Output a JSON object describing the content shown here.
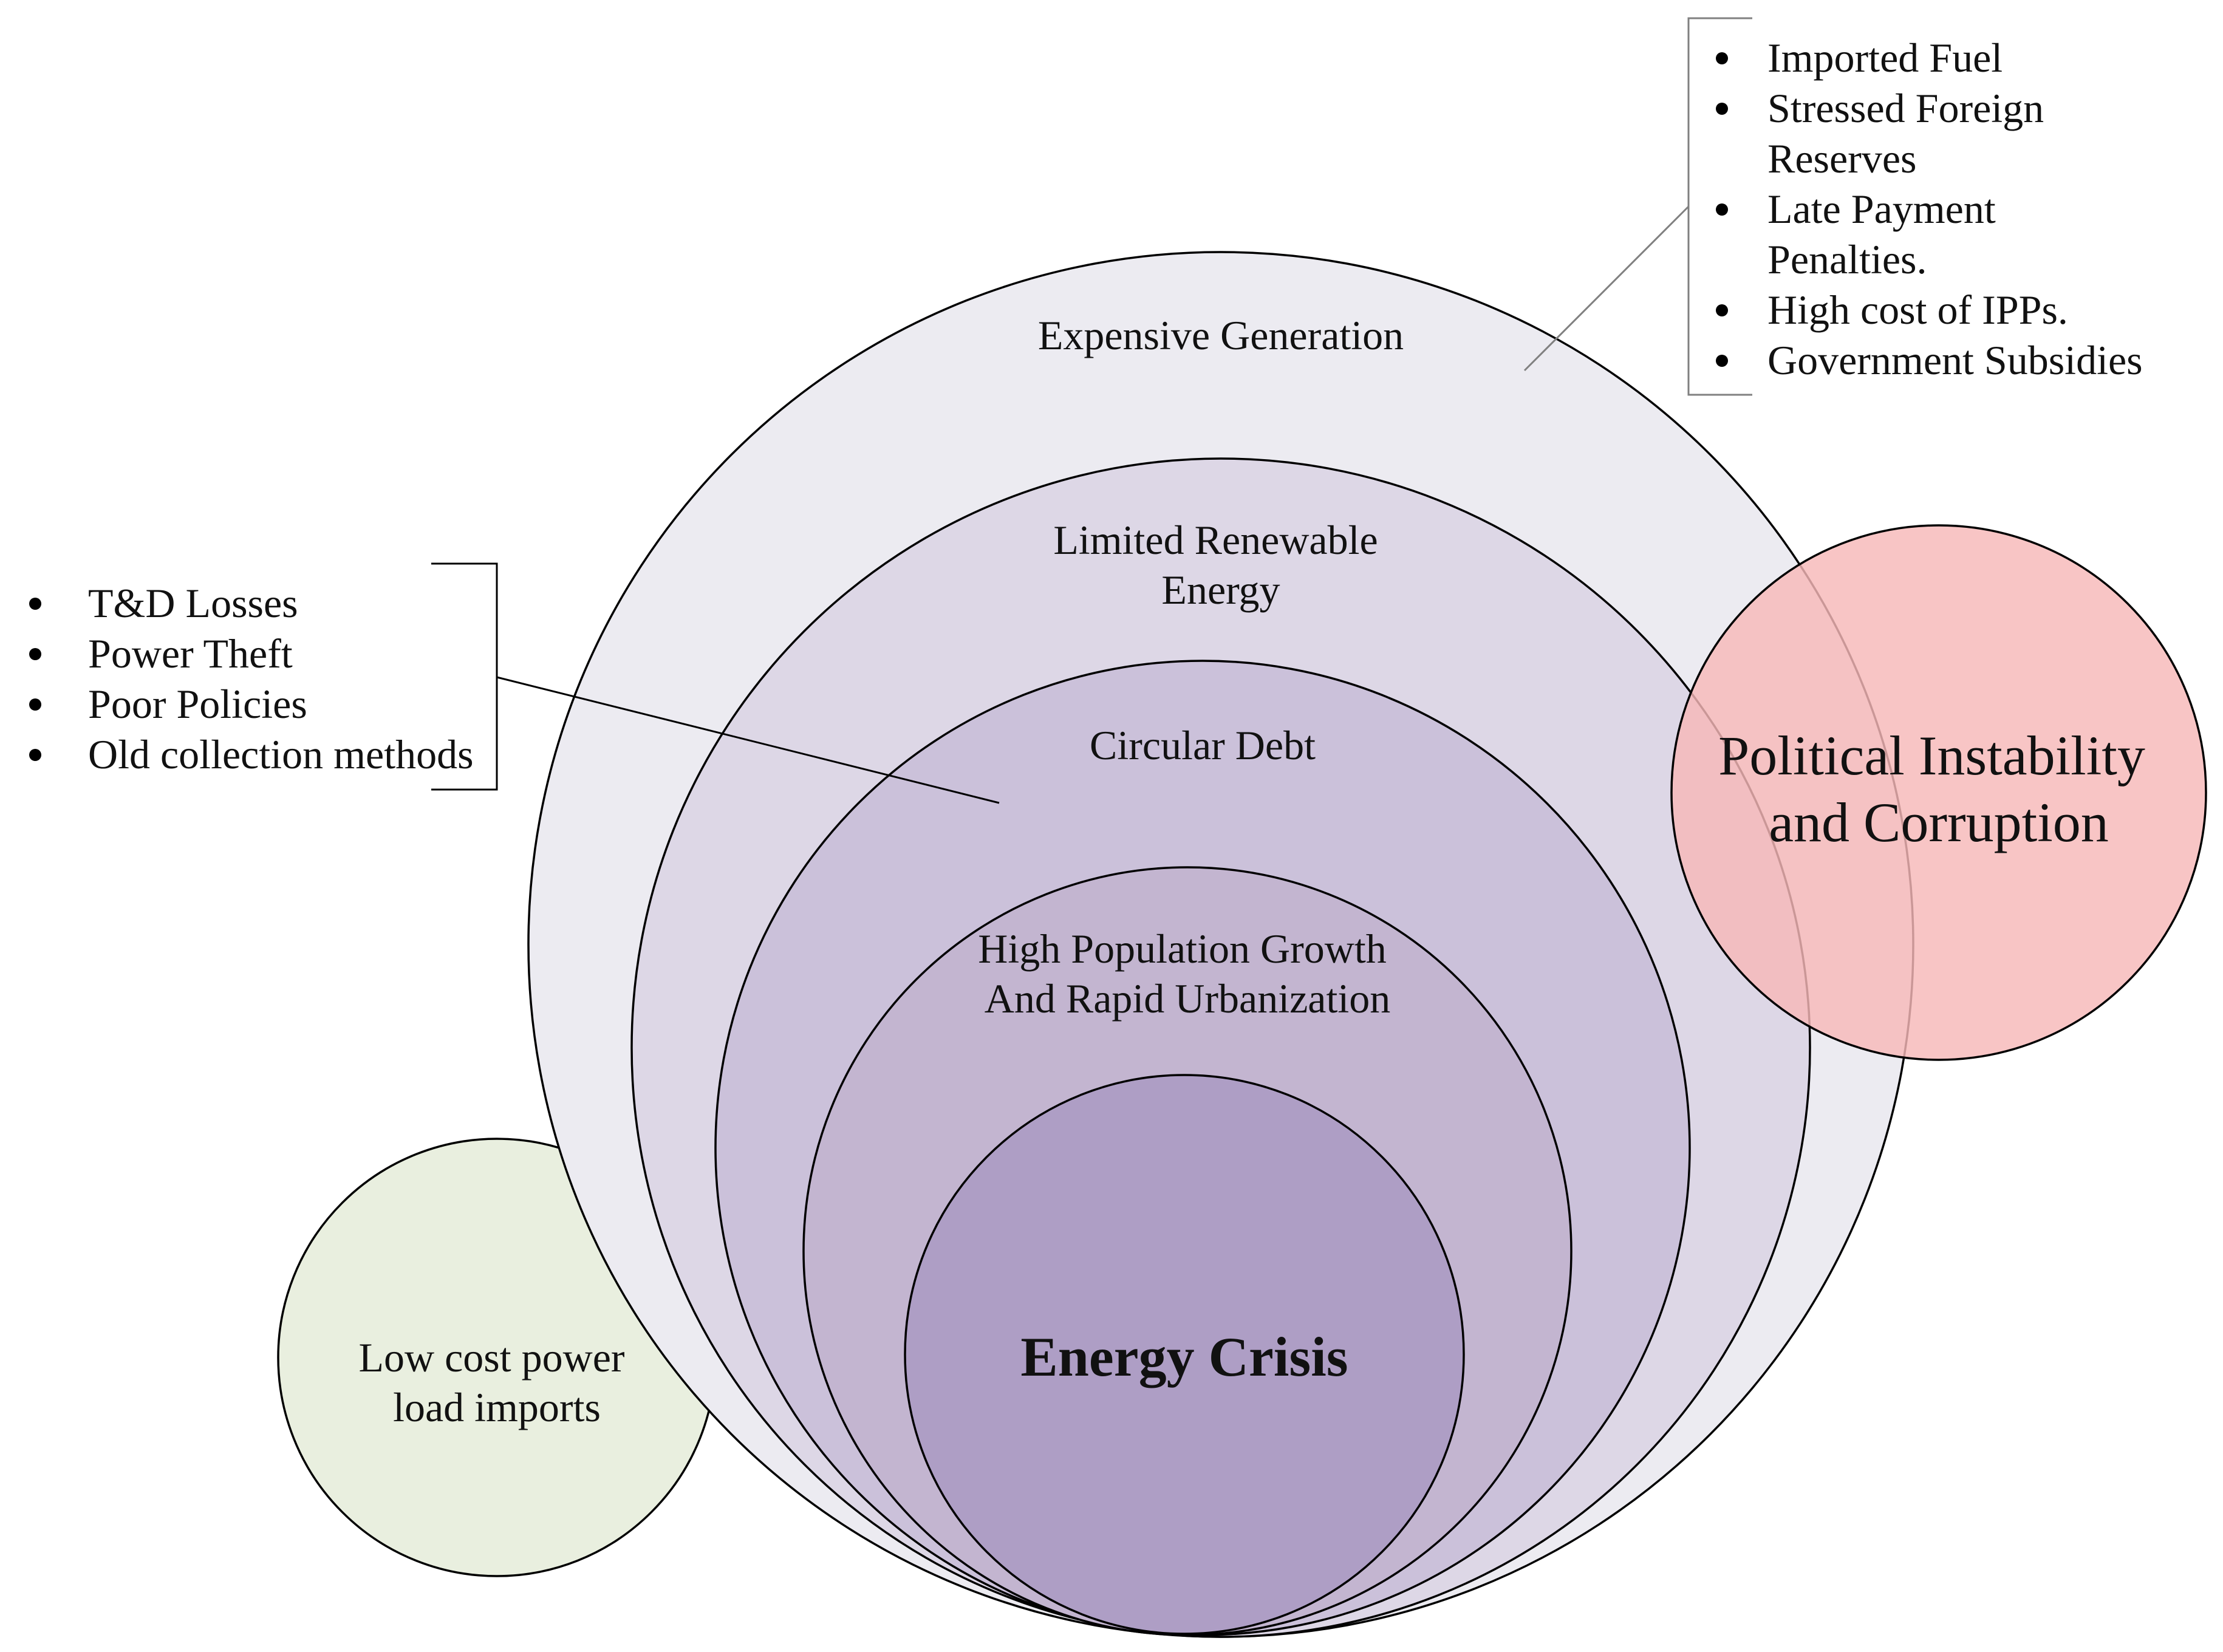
{
  "colors": {
    "ring_expensive_generation": "#ecebf1",
    "ring_limited_renewable": "#ddd7e6",
    "ring_circular_debt": "#cbc1da",
    "ring_population_growth": "#c3b5d0",
    "core_energy_crisis": "#ae9ec5",
    "political_circle": "#f6b8b8",
    "low_cost_circle": "#e9efdf",
    "outline": "#000000",
    "callout_line_gray": "#808080"
  },
  "rings": {
    "expensive_generation": "Expensive Generation",
    "limited_renewable": [
      "Limited Renewable",
      "Energy"
    ],
    "circular_debt": "Circular Debt",
    "population_growth": [
      "High Population Growth",
      "And Rapid Urbanization"
    ]
  },
  "core": {
    "label": "Energy Crisis"
  },
  "political": {
    "label": [
      "Political Instability",
      "and Corruption"
    ]
  },
  "low_cost": {
    "label": [
      "Low cost power",
      "load imports"
    ]
  },
  "generation_causes": {
    "items": [
      [
        "Imported Fuel"
      ],
      [
        "Stressed Foreign",
        "Reserves"
      ],
      [
        "Late Payment",
        "Penalties."
      ],
      [
        "High cost of IPPs."
      ],
      [
        "Government Subsidies"
      ]
    ]
  },
  "debt_causes": {
    "items": [
      [
        "T&D Losses"
      ],
      [
        "Power Theft"
      ],
      [
        "Poor Policies"
      ],
      [
        "Old collection methods"
      ]
    ]
  }
}
